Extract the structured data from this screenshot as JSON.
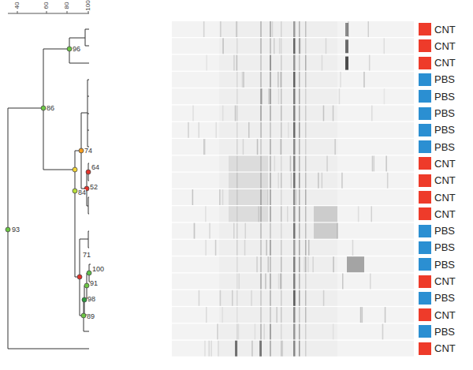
{
  "diagram": {
    "labels": [
      "40",
      "60",
      "80",
      "100",
      "96",
      "86",
      "74",
      "64",
      "52",
      "84",
      "93",
      "71",
      "100",
      "91",
      "98",
      "89"
    ],
    "legend": [
      {
        "text": "CNT",
        "color": "#ee3b2a"
      },
      {
        "text": "CNT",
        "color": "#ee3b2a"
      },
      {
        "text": "CNT",
        "color": "#ee3b2a"
      },
      {
        "text": "PBS",
        "color": "#2b8fd2"
      },
      {
        "text": "PBS",
        "color": "#2b8fd2"
      },
      {
        "text": "PBS",
        "color": "#2b8fd2"
      },
      {
        "text": "PBS",
        "color": "#2b8fd2"
      },
      {
        "text": "PBS",
        "color": "#2b8fd2"
      },
      {
        "text": "CNT",
        "color": "#ee3b2a"
      },
      {
        "text": "CNT",
        "color": "#ee3b2a"
      },
      {
        "text": "CNT",
        "color": "#ee3b2a"
      },
      {
        "text": "CNT",
        "color": "#ee3b2a"
      },
      {
        "text": "PBS",
        "color": "#2b8fd2"
      },
      {
        "text": "PBS",
        "color": "#2b8fd2"
      },
      {
        "text": "PBS",
        "color": "#2b8fd2"
      },
      {
        "text": "CNT",
        "color": "#ee3b2a"
      },
      {
        "text": "PBS",
        "color": "#2b8fd2"
      },
      {
        "text": "CNT",
        "color": "#ee3b2a"
      },
      {
        "text": "PBS",
        "color": "#2b8fd2"
      },
      {
        "text": "CNT",
        "color": "#ee3b2a"
      }
    ]
  }
}
